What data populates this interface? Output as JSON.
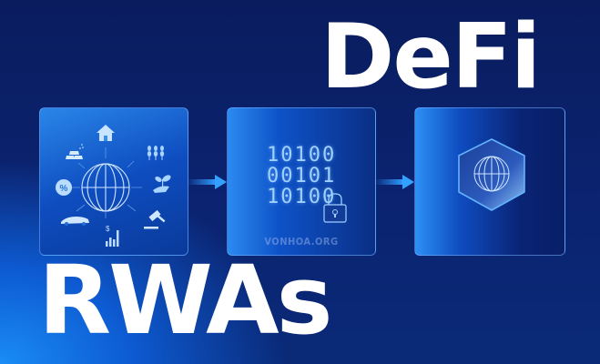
{
  "headline": {
    "top": "DeFi",
    "bottom": "RWAs"
  },
  "panels": [
    {
      "name": "real-world-assets",
      "icons": [
        "house-icon",
        "wheat-icon",
        "plant-in-hand-icon",
        "gavel-icon",
        "bar-chart-dollar-icon",
        "car-icon",
        "percent-icon",
        "gold-bars-icon"
      ],
      "center_icon": "globe-icon"
    },
    {
      "name": "tokenization",
      "binary_lines": [
        "10100",
        "00101",
        "10100"
      ],
      "overlay_icon": "padlock-icon",
      "watermark": "VONHOA.ORG"
    },
    {
      "name": "defi-protocol",
      "center_icon": "globe-in-hexagon-icon"
    }
  ],
  "flow_arrows": [
    "arrow-right-icon",
    "arrow-right-icon"
  ],
  "colors": {
    "background_dark": "#0a1c5e",
    "background_glow": "#1a8cf5",
    "icon_light": "#9fd0ff",
    "arrow": "#2f9bff",
    "text": "#ffffff"
  }
}
